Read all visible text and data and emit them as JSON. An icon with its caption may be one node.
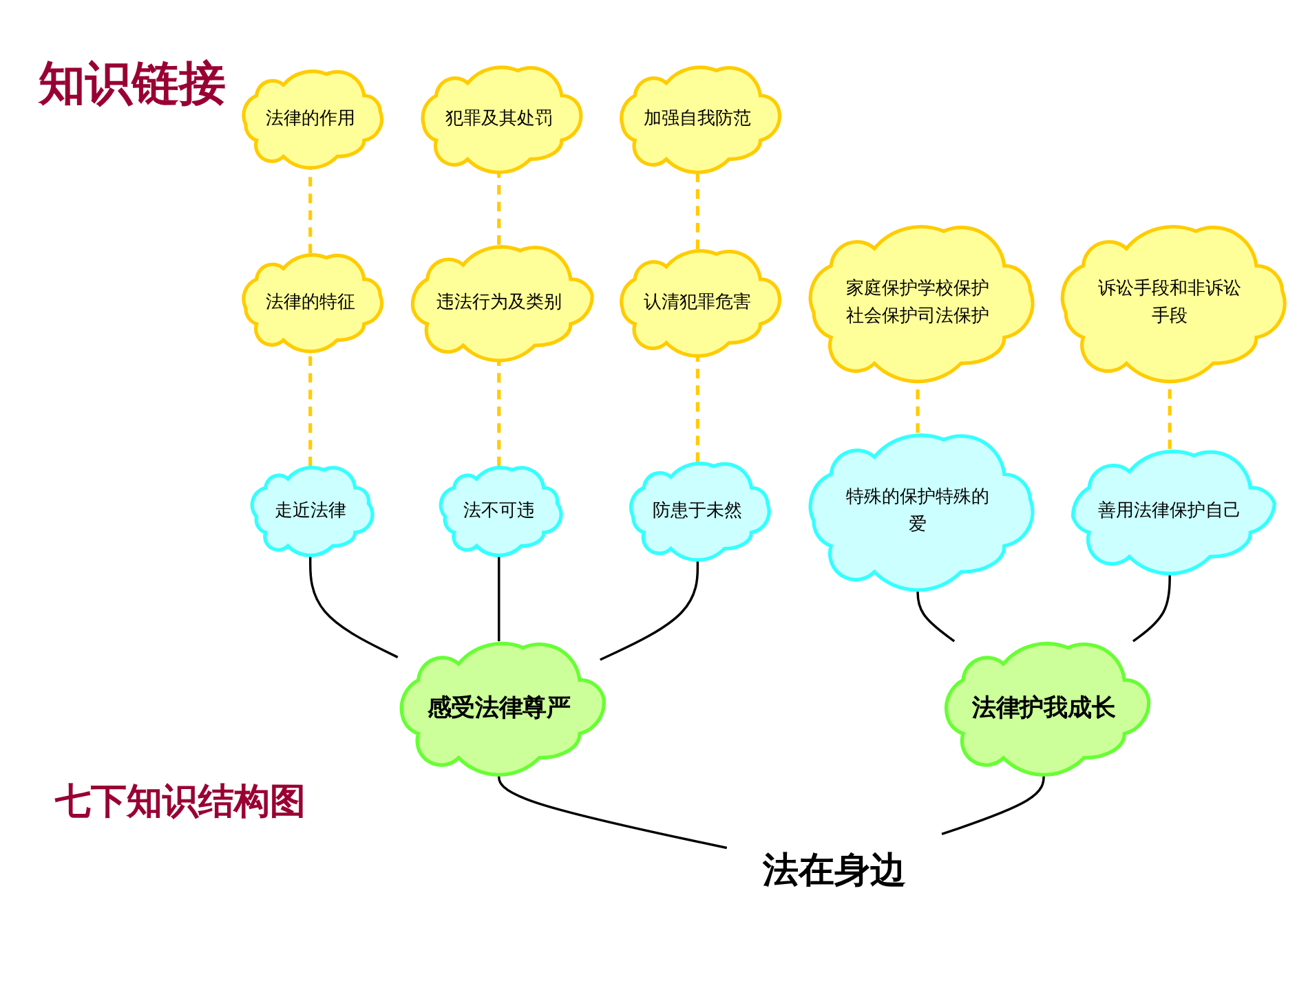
{
  "diagram": {
    "title": "知识链接",
    "nodes": [
      {
        "text": [
          "法在身边"
        ]
      },
      {
        "text": [
          "感受法律尊严"
        ]
      },
      {
        "text": [
          "法律护我成长"
        ]
      },
      {
        "text": [
          "走近法律"
        ]
      },
      {
        "text": [
          "法不可违"
        ]
      },
      {
        "text": [
          "防患于未然"
        ]
      },
      {
        "text": [
          "特殊的保护特殊的爱"
        ]
      },
      {
        "text": [
          "善用法律保护自己"
        ]
      },
      {
        "text": [
          "法律的特征"
        ]
      },
      {
        "text": [
          "法律的作用"
        ]
      },
      {
        "text": [
          "违法行为及类别"
        ]
      },
      {
        "text": [
          "犯罪及其处罚"
        ]
      },
      {
        "text": [
          "认清犯罪危害"
        ]
      },
      {
        "text": [
          "加强自我防范"
        ]
      },
      {
        "text": [
          "家庭保护学校保护社会保护司法保护"
        ]
      },
      {
        "text": [
          "诉讼手段和非诉讼手段"
        ]
      }
    ],
    "edges": [
      {
        "from": 0,
        "to": 1,
        "arrow": "none",
        "color": "#000000"
      },
      {
        "from": 0,
        "to": 2,
        "arrow": "none",
        "color": "#000000"
      },
      {
        "from": 1,
        "to": 3,
        "arrow": "none",
        "color": "#000000"
      },
      {
        "from": 1,
        "to": 4,
        "arrow": "none",
        "color": "#000000"
      },
      {
        "from": 1,
        "to": 5,
        "arrow": "none",
        "color": "#000000"
      },
      {
        "from": 2,
        "to": 6,
        "arrow": "none",
        "color": "#000000"
      },
      {
        "from": 2,
        "to": 7,
        "arrow": "none",
        "color": "#000000"
      },
      {
        "from": 3,
        "to": 8,
        "arrow": "none",
        "style": "dashed",
        "color": "#ffcc00"
      },
      {
        "from": 8,
        "to": 9,
        "arrow": "none",
        "style": "dashed",
        "color": "#ffcc00"
      },
      {
        "from": 4,
        "to": 10,
        "arrow": "none",
        "style": "dashed",
        "color": "#ffcc00"
      },
      {
        "from": 10,
        "to": 11,
        "arrow": "none",
        "style": "dashed",
        "color": "#ffcc00"
      },
      {
        "from": 5,
        "to": 12,
        "arrow": "none",
        "style": "dashed",
        "color": "#ffcc00"
      },
      {
        "from": 12,
        "to": 13,
        "arrow": "none",
        "style": "dashed",
        "color": "#ffcc00"
      },
      {
        "from": 6,
        "to": 14,
        "arrow": "none",
        "style": "dashed",
        "color": "#ffcc00"
      },
      {
        "from": 7,
        "to": 15,
        "arrow": "none",
        "style": "dashed",
        "color": "#ffcc00"
      }
    ],
    "labels": [
      "七下知识结构图"
    ]
  }
}
